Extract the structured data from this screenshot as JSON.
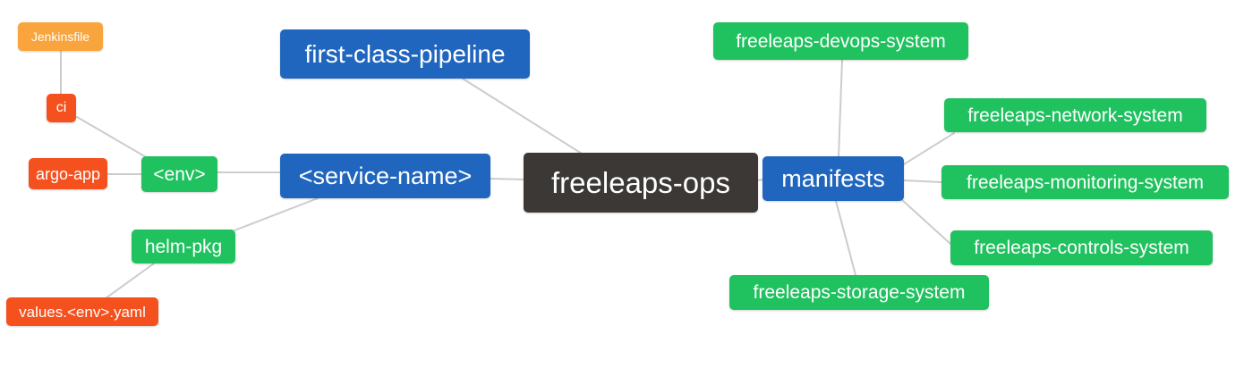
{
  "diagram": {
    "nodes": {
      "root": {
        "label": "freeleaps-ops"
      },
      "first_class_pipeline": {
        "label": "first-class-pipeline"
      },
      "service_name": {
        "label": "<service-name>"
      },
      "env": {
        "label": "<env>"
      },
      "ci": {
        "label": "ci"
      },
      "jenkinsfile": {
        "label": "Jenkinsfile"
      },
      "argo_app": {
        "label": "argo-app"
      },
      "helm_pkg": {
        "label": "helm-pkg"
      },
      "values_env_yaml": {
        "label": "values.<env>.yaml"
      },
      "manifests": {
        "label": "manifests"
      },
      "devops_system": {
        "label": "freeleaps-devops-system"
      },
      "network_system": {
        "label": "freeleaps-network-system"
      },
      "monitoring_system": {
        "label": "freeleaps-monitoring-system"
      },
      "controls_system": {
        "label": "freeleaps-controls-system"
      },
      "storage_system": {
        "label": "freeleaps-storage-system"
      }
    },
    "edges": [
      {
        "from": "jenkinsfile",
        "to": "ci"
      },
      {
        "from": "ci",
        "to": "env"
      },
      {
        "from": "argo_app",
        "to": "env"
      },
      {
        "from": "env",
        "to": "service_name"
      },
      {
        "from": "service_name",
        "to": "helm_pkg"
      },
      {
        "from": "helm_pkg",
        "to": "values_env_yaml"
      },
      {
        "from": "first_class_pipeline",
        "to": "root"
      },
      {
        "from": "service_name",
        "to": "root"
      },
      {
        "from": "root",
        "to": "manifests"
      },
      {
        "from": "manifests",
        "to": "devops_system"
      },
      {
        "from": "manifests",
        "to": "network_system"
      },
      {
        "from": "manifests",
        "to": "monitoring_system"
      },
      {
        "from": "manifests",
        "to": "controls_system"
      },
      {
        "from": "manifests",
        "to": "storage_system"
      }
    ],
    "colors": {
      "canvas": "#ffffff",
      "text": "#ffffff",
      "edge": "#cccccc",
      "root_bg": "#3B3835",
      "branch_bg": "#2066BE",
      "leaf_green_bg": "#20C15F",
      "leaf_red_bg": "#F4511E",
      "leaf_orange_bg": "#F9A43C"
    }
  }
}
